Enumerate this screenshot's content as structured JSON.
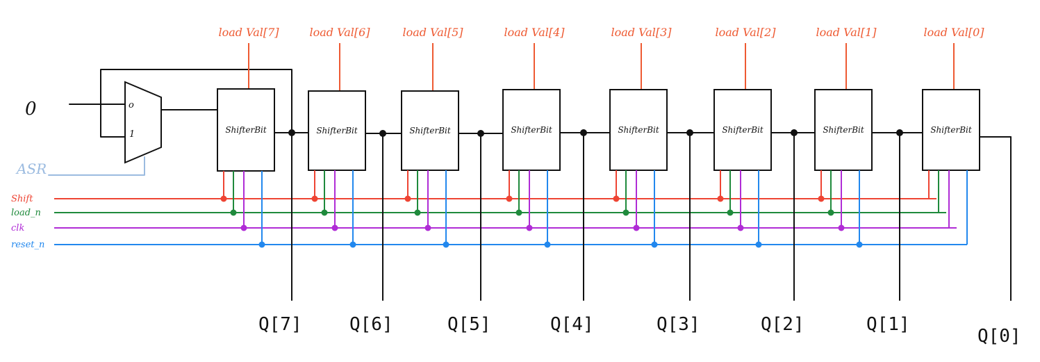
{
  "input": {
    "zero_label": "0",
    "asr_label": "ASR"
  },
  "mux": {
    "in0_label": "o",
    "in1_label": "1"
  },
  "signals": [
    {
      "name": "shift",
      "label": "Shift",
      "color": "#ee4433"
    },
    {
      "name": "load_n",
      "label": "load_n",
      "color": "#1f8a3c"
    },
    {
      "name": "clk",
      "label": "clk",
      "color": "#b02cd6"
    },
    {
      "name": "reset_n",
      "label": "reset_n",
      "color": "#2288ee"
    }
  ],
  "colors": {
    "load_val": "#ee5a32",
    "asr": "#9bbbe0",
    "wire": "#111111"
  },
  "blocks": [
    {
      "label": "ShifterBit",
      "load_label": "load Val[7]",
      "q_label": "Q[7]"
    },
    {
      "label": "ShifterBit",
      "load_label": "load Val[6]",
      "q_label": "Q[6]"
    },
    {
      "label": "ShifterBit",
      "load_label": "load Val[5]",
      "q_label": "Q[5]"
    },
    {
      "label": "ShifterBit",
      "load_label": "load Val[4]",
      "q_label": "Q[4]"
    },
    {
      "label": "ShifterBit",
      "load_label": "load Val[3]",
      "q_label": "Q[3]"
    },
    {
      "label": "ShifterBit",
      "load_label": "load Val[2]",
      "q_label": "Q[2]"
    },
    {
      "label": "ShifterBit",
      "load_label": "load Val[1]",
      "q_label": "Q[1]"
    },
    {
      "label": "ShifterBit",
      "load_label": "load Val[0]",
      "q_label": "Q[0]"
    }
  ]
}
